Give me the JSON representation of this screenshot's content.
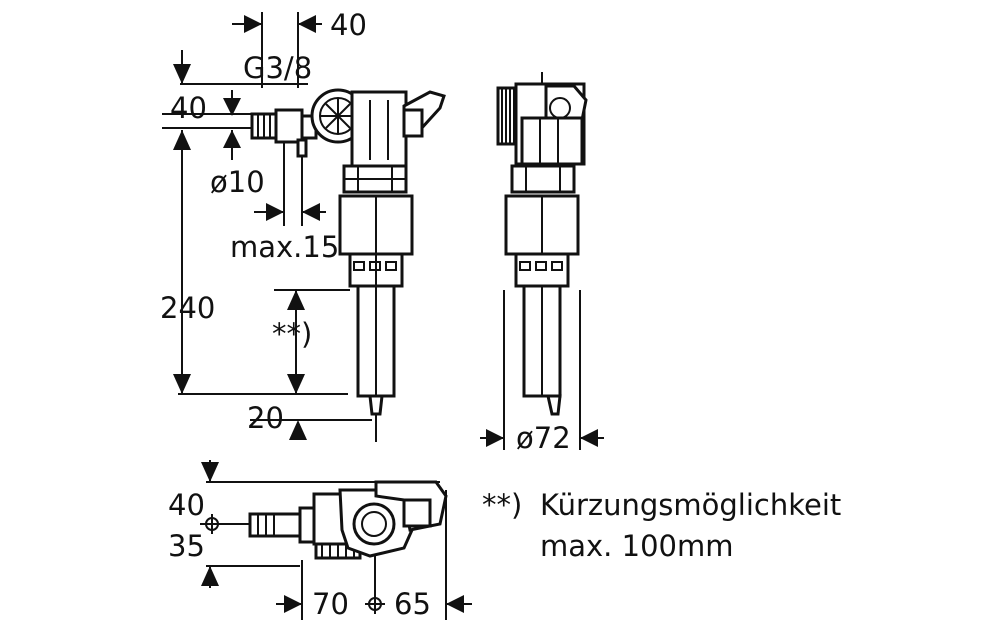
{
  "dimensions": {
    "top_40": "40",
    "g38": "G3/8",
    "left_40": "40",
    "d10": "ø10",
    "max15": "max.15",
    "h240": "240",
    "star_mark": "**)",
    "d20": "20",
    "d72": "ø72",
    "bottom_40": "40",
    "bottom_35": "35",
    "w70": "70",
    "w65": "65"
  },
  "footnote": {
    "marker": "**)",
    "line1": "Kürzungsmöglichkeit",
    "line2": "max. 100mm"
  }
}
